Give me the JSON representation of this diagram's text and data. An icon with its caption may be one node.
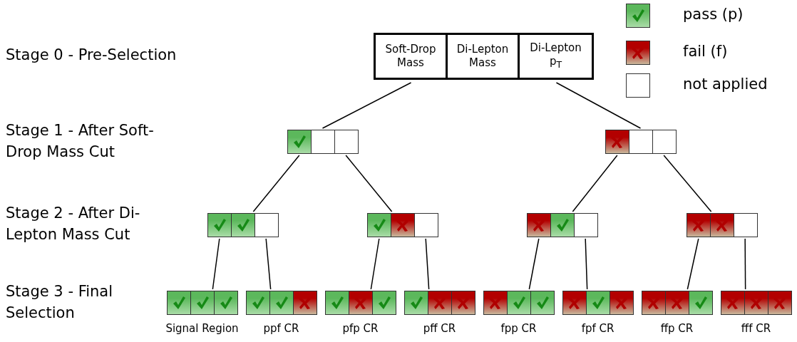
{
  "diagram": {
    "nodes": [
      {
        "text": [
          "Soft-Drop Mass",
          "Di-Lepton Mass",
          "Di-Lepton p$_{T}$"
        ]
      },
      {
        "text": [],
        "shape": "box"
      },
      {
        "text": [],
        "shape": "check",
        "in": 1
      },
      {
        "text": [],
        "shape": "box",
        "in": 1
      },
      {
        "text": [],
        "shape": "box",
        "in": 1
      },
      {
        "text": [],
        "shape": "box"
      },
      {
        "text": [],
        "shape": "cross",
        "in": 5
      },
      {
        "text": [],
        "shape": "box",
        "in": 5
      },
      {
        "text": [],
        "shape": "box",
        "in": 5
      },
      {
        "text": [],
        "shape": "box"
      },
      {
        "text": [],
        "shape": "check",
        "in": 9
      },
      {
        "text": [],
        "shape": "check",
        "in": 9
      },
      {
        "text": [],
        "shape": "box",
        "in": 9
      },
      {
        "text": [],
        "shape": "box"
      },
      {
        "text": [],
        "shape": "check",
        "in": 13
      },
      {
        "text": [],
        "shape": "cross",
        "in": 13
      },
      {
        "text": [],
        "shape": "box",
        "in": 13
      },
      {
        "text": [],
        "shape": "box"
      },
      {
        "text": [],
        "shape": "cross",
        "in": 17
      },
      {
        "text": [],
        "shape": "check",
        "in": 17
      },
      {
        "text": [],
        "shape": "box",
        "in": 17
      },
      {
        "text": [],
        "shape": "box"
      },
      {
        "text": [],
        "shape": "cross",
        "in": 21
      },
      {
        "text": [],
        "shape": "cross",
        "in": 21
      },
      {
        "text": [],
        "shape": "box",
        "in": 21
      },
      {
        "text": [],
        "shape": "box",
        "beside": [
          "Signal Region"
        ]
      },
      {
        "text": [],
        "shape": "check",
        "in": 25
      },
      {
        "text": [],
        "shape": "check",
        "in": 25
      },
      {
        "text": [],
        "shape": "check",
        "in": 25
      },
      {
        "text": [],
        "shape": "box",
        "beside": [
          "ppf CR"
        ]
      },
      {
        "text": [],
        "shape": "check",
        "in": 29
      },
      {
        "text": [],
        "shape": "check",
        "in": 29
      },
      {
        "text": [],
        "shape": "cross",
        "in": 29
      },
      {
        "text": [],
        "shape": "box",
        "beside": [
          "pfp CR"
        ]
      },
      {
        "text": [],
        "shape": "check",
        "in": 33
      },
      {
        "text": [],
        "shape": "cross",
        "in": 33
      },
      {
        "text": [],
        "shape": "check",
        "in": 33
      },
      {
        "text": [],
        "shape": "box",
        "beside": [
          "pff CR"
        ]
      },
      {
        "text": [],
        "shape": "check",
        "in": 37
      },
      {
        "text": [],
        "shape": "cross",
        "in": 37
      },
      {
        "text": [],
        "shape": "cross",
        "in": 37
      },
      {
        "text": [],
        "shape": "box",
        "beside": [
          "fpp CR"
        ]
      },
      {
        "text": [],
        "shape": "cross",
        "in": 41
      },
      {
        "text": [],
        "shape": "check",
        "in": 41
      },
      {
        "text": [],
        "shape": "check",
        "in": 41
      },
      {
        "text": [],
        "shape": "box",
        "beside": [
          "fpf CR"
        ]
      },
      {
        "text": [],
        "shape": "cross",
        "in": 45
      },
      {
        "text": [],
        "shape": "check",
        "in": 45
      },
      {
        "text": [],
        "shape": "cross",
        "in": 45
      },
      {
        "text": [],
        "shape": "box",
        "beside": [
          "ffp CR"
        ]
      },
      {
        "text": [],
        "shape": "cross",
        "in": 49
      },
      {
        "text": [],
        "shape": "cross",
        "in": 49
      },
      {
        "text": [],
        "shape": "check",
        "in": 49
      },
      {
        "text": [],
        "shape": "box",
        "beside": [
          "fff CR"
        ]
      },
      {
        "text": [],
        "shape": "cross",
        "in": 53
      },
      {
        "text": [],
        "shape": "cross",
        "in": 53
      },
      {
        "text": [],
        "shape": "cross",
        "in": 53
      }
    ],
    "edges": [
      {
        "from": 0,
        "to": 1,
        "arrow": "none"
      },
      {
        "from": 0,
        "to": 5,
        "arrow": "none"
      },
      {
        "from": 1,
        "to": 9,
        "arrow": "none"
      },
      {
        "from": 1,
        "to": 13,
        "arrow": "none"
      },
      {
        "from": 5,
        "to": 17,
        "arrow": "none"
      },
      {
        "from": 5,
        "to": 21,
        "arrow": "none"
      },
      {
        "from": 9,
        "to": 25,
        "arrow": "none"
      },
      {
        "from": 9,
        "to": 29,
        "arrow": "none"
      },
      {
        "from": 13,
        "to": 33,
        "arrow": "none"
      },
      {
        "from": 13,
        "to": 37,
        "arrow": "none"
      },
      {
        "from": 17,
        "to": 41,
        "arrow": "none"
      },
      {
        "from": 17,
        "to": 45,
        "arrow": "none"
      },
      {
        "from": 21,
        "to": 49,
        "arrow": "none"
      },
      {
        "from": 21,
        "to": 53,
        "arrow": "none"
      }
    ],
    "labels": [
      "Stage 0 - Pre-Selection",
      "Stage 1 - After Soft-Drop Mass Cut",
      "Stage 2 - After Di-Lepton Mass Cut",
      "Stage 3 - Final Selection"
    ],
    "legend": [
      {
        "text": "pass (p)",
        "color": "#5cb85c"
      },
      {
        "text": "fail (f)",
        "color": "#b30000"
      },
      {
        "text": "not applied",
        "color": "#ffffff"
      }
    ]
  }
}
